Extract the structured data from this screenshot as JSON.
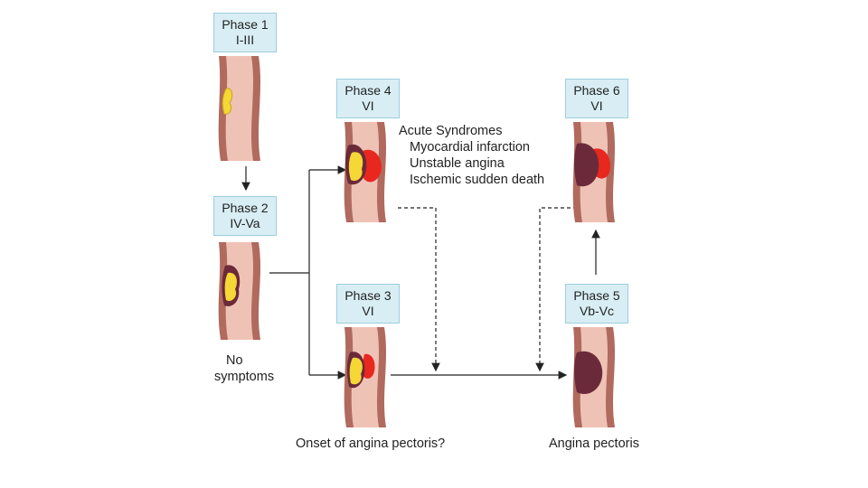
{
  "phases": {
    "p1": {
      "title": "Phase 1",
      "stage": "I-III"
    },
    "p2": {
      "title": "Phase 2",
      "stage": "IV-Va"
    },
    "p3": {
      "title": "Phase 3",
      "stage": "VI"
    },
    "p4": {
      "title": "Phase 4",
      "stage": "VI"
    },
    "p5": {
      "title": "Phase 5",
      "stage": "Vb-Vc"
    },
    "p6": {
      "title": "Phase 6",
      "stage": "VI"
    }
  },
  "labels": {
    "no_symptoms_1": "No",
    "no_symptoms_2": "symptoms",
    "onset": "Onset of angina pectoris?",
    "angina": "Angina pectoris"
  },
  "syndromes": {
    "heading": "Acute Syndromes",
    "items": [
      "Myocardial infarction",
      "Unstable angina",
      "Ischemic sudden death"
    ]
  },
  "colors": {
    "box_fill": "#d8eef4",
    "box_border": "#9ccfdc",
    "vessel_wall": "#b06a5e",
    "vessel_lumen": "#efc2b6",
    "plaque_yellow": "#f5d736",
    "thrombus_red": "#e8271f",
    "fibrous_dark": "#6b2a3a"
  }
}
